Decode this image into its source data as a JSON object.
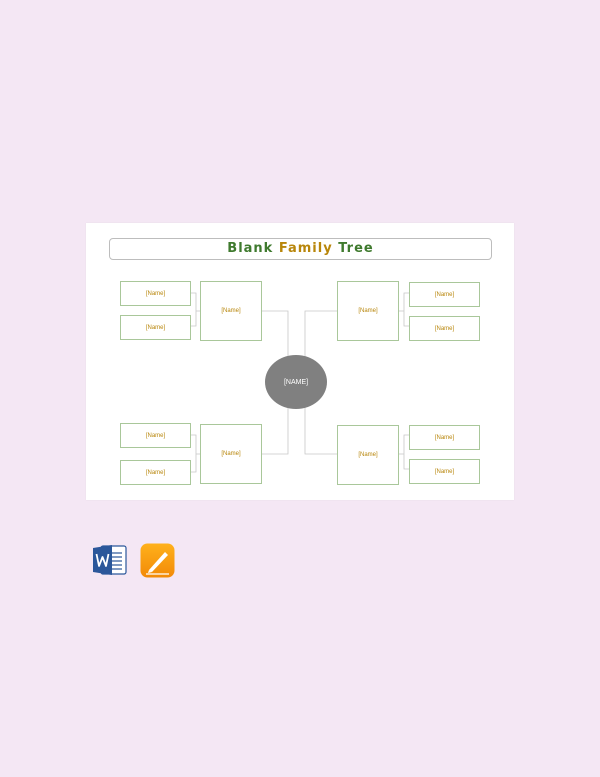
{
  "document": {
    "title_part1": "Blank ",
    "title_part2": "Family",
    "title_part3": " Tree"
  },
  "tree": {
    "center": "[NAME]",
    "left_top_parent": "[Name]",
    "left_top_grand_1": "[Name]",
    "left_top_grand_2": "[Name]",
    "left_bottom_parent": "[Name]",
    "left_bottom_grand_1": "[Name]",
    "left_bottom_grand_2": "[Name]",
    "right_top_parent": "[Name]",
    "right_top_grand_1": "[Name]",
    "right_top_grand_2": "[Name]",
    "right_bottom_parent": "[Name]",
    "right_bottom_grand_1": "[Name]",
    "right_bottom_grand_2": "[Name]"
  },
  "icons": {
    "word": "word-icon",
    "pages": "pages-icon"
  }
}
